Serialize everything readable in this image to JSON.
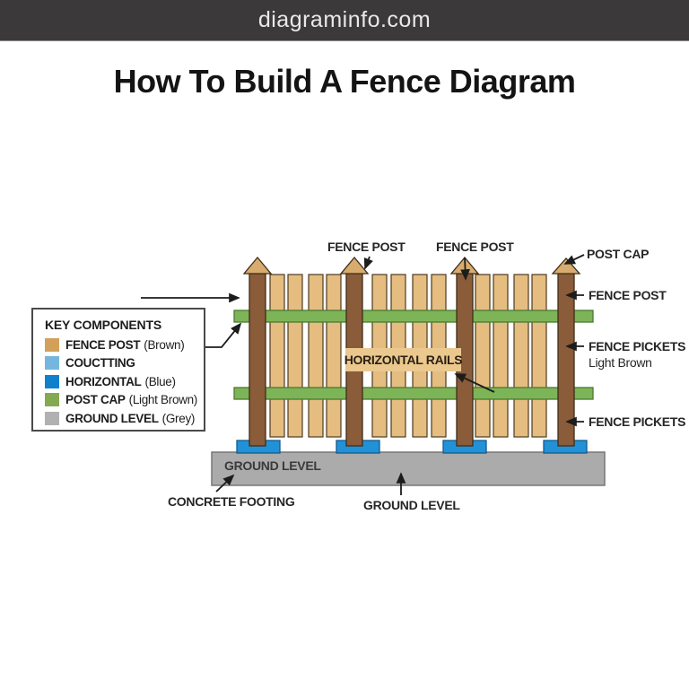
{
  "header": {
    "site": "diagraminfo.com"
  },
  "title": "How To Build A Fence Diagram",
  "legend": {
    "title": "KEY COMPONENTS",
    "items": [
      {
        "name": "FENCE POST",
        "qualifier": "(Brown)",
        "color": "#d2a05a"
      },
      {
        "name": "COUCTTING",
        "qualifier": "",
        "color": "#74b6de"
      },
      {
        "name": "HORIZONTAL",
        "qualifier": "(Blue)",
        "color": "#1180cc"
      },
      {
        "name": "POST CAP",
        "qualifier": "(Light Brown)",
        "color": "#83aa50"
      },
      {
        "name": "GROUND LEVEL",
        "qualifier": "(Grey)",
        "color": "#b1b1b1"
      }
    ]
  },
  "labels": {
    "fence_post_top_1": "FENCE POST",
    "fence_post_top_2": "FENCE POST",
    "post_cap": "POST CAP",
    "fence_post_right": "FENCE POST",
    "fence_pickets_right": "FENCE PICKETS",
    "fence_pickets_sub": "Light Brown",
    "fence_pickets_lower": "FENCE PICKETS",
    "horizontal_rails": "HORIZONTAL RAILS",
    "ground_level_inner": "GROUND LEVEL",
    "concrete_footing": "CONCRETE FOOTING",
    "ground_level_bottom": "GROUND LEVEL"
  },
  "colors": {
    "header_bg": "#3b3939",
    "post": "#8a5c39",
    "post_cap": "#d7ac6e",
    "picket": "#e5bd80",
    "rail": "#7db457",
    "footing": "#2292d8",
    "ground": "#ababab",
    "rails_label_bg": "#eac88e"
  }
}
